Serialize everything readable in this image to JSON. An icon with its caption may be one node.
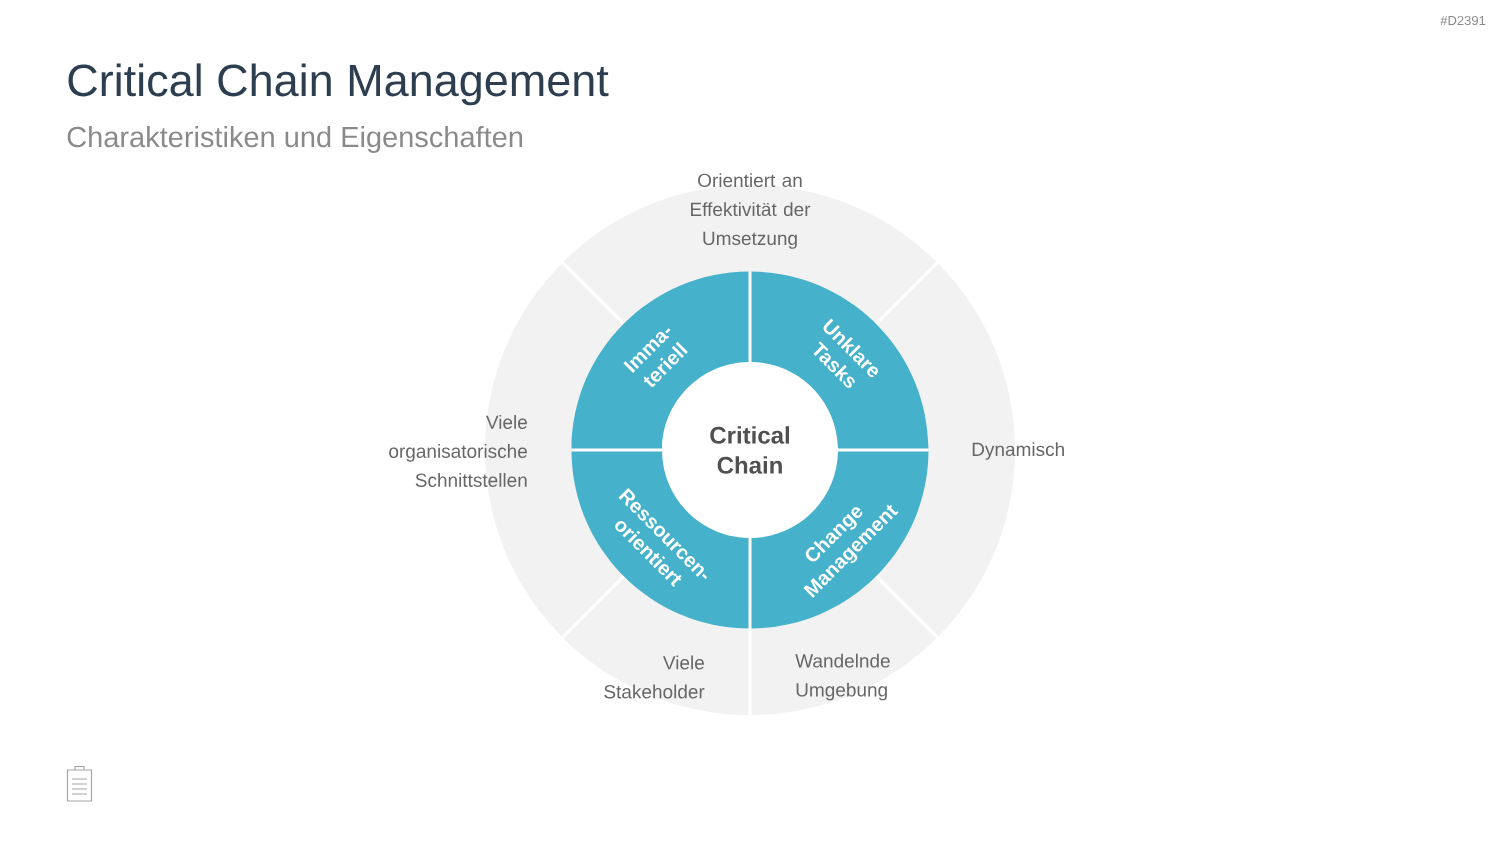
{
  "diagram": {
    "title": "Critical Chain Management",
    "nodes": [
      {
        "text": [
          "Critical Chain"
        ]
      },
      {
        "text": [
          "Imma- teriell"
        ]
      },
      {
        "text": [
          "Unklare Tasks"
        ]
      },
      {
        "text": [
          "Ressourcen- orientiert"
        ]
      },
      {
        "text": [
          "Change Management"
        ]
      },
      {
        "text": [
          "Orientiert an Effektivität der Umsetzung"
        ]
      },
      {
        "text": [
          "Viele organisatorische Schnittstellen"
        ]
      },
      {
        "text": [
          "Dynamisch"
        ]
      },
      {
        "text": [
          "Viele Stakeholder"
        ]
      },
      {
        "text": [
          "Wandelnde Umgebung"
        ]
      }
    ],
    "labels": [
      "#D2391",
      "Charakteristiken und Eigenschaften"
    ]
  }
}
